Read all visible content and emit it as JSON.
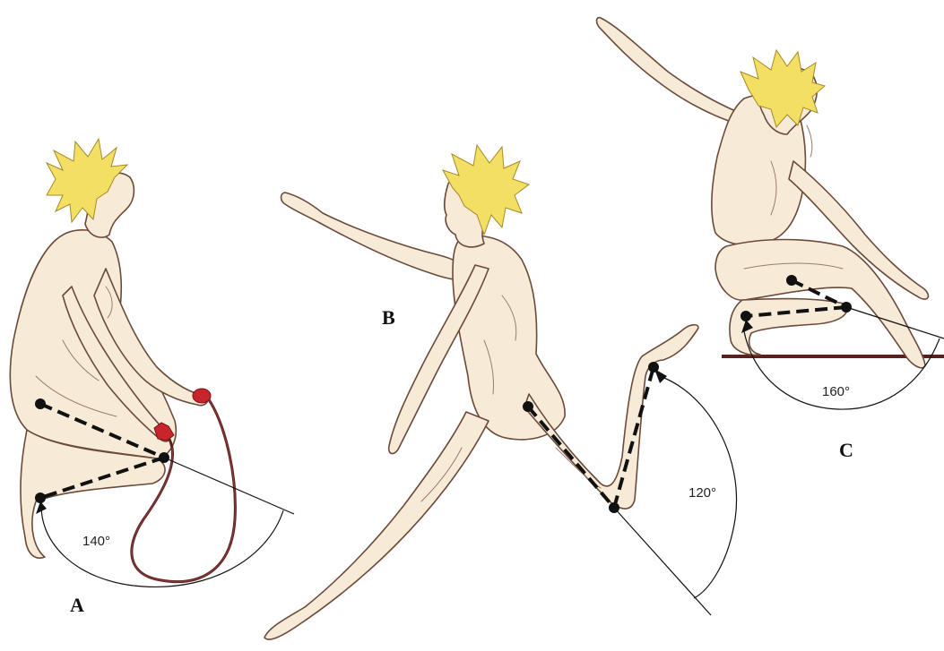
{
  "panels": [
    {
      "label": "A",
      "angle_label": "140°"
    },
    {
      "label": "B",
      "angle_label": "120°"
    },
    {
      "label": "C",
      "angle_label": "160°"
    }
  ],
  "colors": {
    "skin": "#f7ebd8",
    "outline": "#6b4a3a",
    "hair": "#f3df63",
    "rope": "#5a1f1f",
    "handles": "#c8242c",
    "floor": "#5a2020",
    "markers": "#111111"
  }
}
